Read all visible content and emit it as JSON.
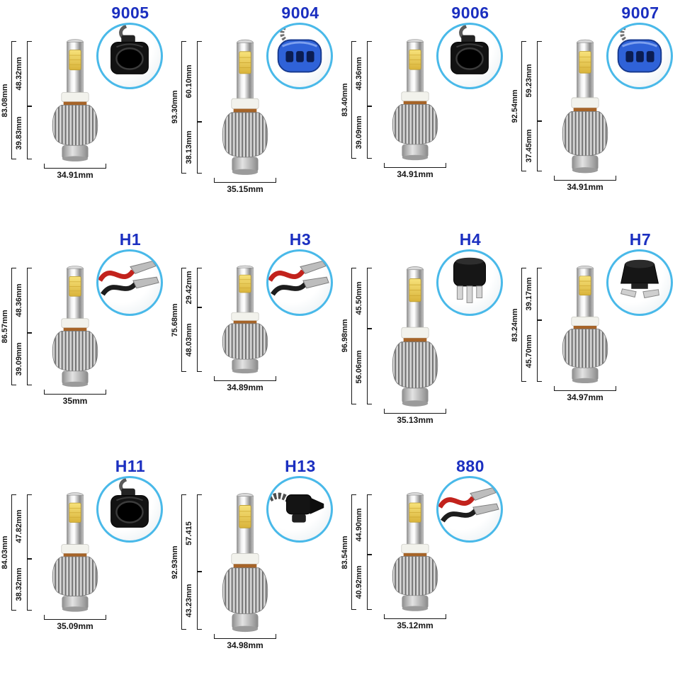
{
  "page": {
    "background_color": "#ffffff",
    "title_color": "#1b2fc0",
    "inset_ring_color": "#49b9e9",
    "dimension_text_color": "#161616"
  },
  "items": [
    {
      "label": "9005",
      "connector": {
        "icon": "black-oval-socket-connector-icon",
        "kind": "socket-black"
      },
      "dims": {
        "total": "83.08mm",
        "upper": "48.32mm",
        "lower": "39.83mm",
        "width": "34.91mm"
      }
    },
    {
      "label": "9004",
      "connector": {
        "icon": "blue-socket-connector-icon",
        "kind": "socket-blue"
      },
      "dims": {
        "total": "93.30mm",
        "upper": "60.10mm",
        "lower": "38.13mm",
        "width": "35.15mm"
      }
    },
    {
      "label": "9006",
      "connector": {
        "icon": "black-oval-socket-connector-icon",
        "kind": "socket-black"
      },
      "dims": {
        "total": "83.40mm",
        "upper": "48.36mm",
        "lower": "39.09mm",
        "width": "34.91mm"
      }
    },
    {
      "label": "9007",
      "connector": {
        "icon": "blue-socket-connector-icon",
        "kind": "socket-blue"
      },
      "dims": {
        "total": "92.54mm",
        "upper": "59.23mm",
        "lower": "37.45mm",
        "width": "34.91mm"
      }
    },
    {
      "label": "H1",
      "connector": {
        "icon": "red-wire-spade-terminal-icon",
        "kind": "wire-red"
      },
      "dims": {
        "total": "86.57mm",
        "upper": "48.36mm",
        "lower": "39.09mm",
        "width": "35mm"
      }
    },
    {
      "label": "H3",
      "connector": {
        "icon": "red-wire-spade-terminal-icon",
        "kind": "wire-red"
      },
      "dims": {
        "total": "75.68mm",
        "upper": "29.42mm",
        "lower": "48.03mm",
        "width": "34.89mm"
      }
    },
    {
      "label": "H4",
      "connector": {
        "icon": "three-prong-plug-connector-icon",
        "kind": "prong3"
      },
      "dims": {
        "total": "96.98mm",
        "upper": "45.50mm",
        "lower": "56.06mm",
        "width": "35.13mm"
      }
    },
    {
      "label": "H7",
      "connector": {
        "icon": "two-prong-plug-connector-icon",
        "kind": "prong2"
      },
      "dims": {
        "total": "83.24mm",
        "upper": "39.17mm",
        "lower": "45.70mm",
        "width": "34.97mm"
      }
    },
    {
      "label": "H11",
      "connector": {
        "icon": "black-oval-socket-connector-icon",
        "kind": "socket-black"
      },
      "dims": {
        "total": "84.03mm",
        "upper": "47.82mm",
        "lower": "38.32mm",
        "width": "35.09mm"
      }
    },
    {
      "label": "H13",
      "connector": {
        "icon": "wired-black-plug-connector-icon",
        "kind": "plug-wire"
      },
      "dims": {
        "total": "92.93mm",
        "upper": "57.415",
        "lower": "43.23mm",
        "width": "34.98mm"
      }
    },
    {
      "label": "880",
      "connector": {
        "icon": "red-wire-spade-terminal-icon",
        "kind": "wire-red"
      },
      "dims": {
        "total": "83.54mm",
        "upper": "44.90mm",
        "lower": "40.92mm",
        "width": "35.12mm"
      }
    }
  ]
}
